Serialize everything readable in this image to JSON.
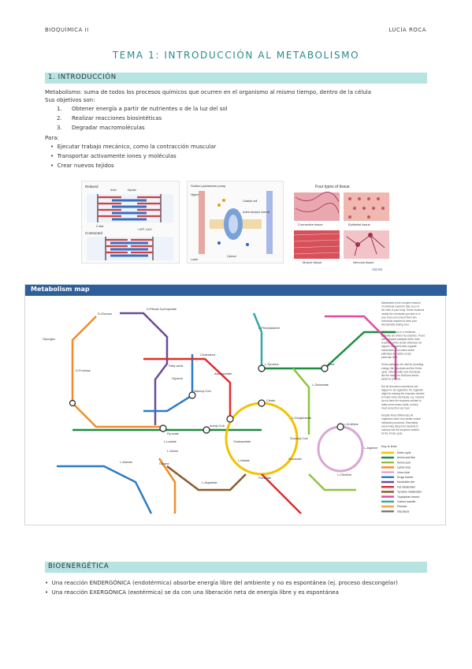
{
  "header": {
    "subject": "BIOQUÍMICA II",
    "author": "LUCÍA ROCA"
  },
  "title": "TEMA 1: INTRODUCCIÓN AL METABOLISMO",
  "section1": {
    "heading": "1. INTRODUCCIÓN",
    "intro": "Metabolismo: suma de todos los procesos químicos que ocurren en el organismo al mismo tiempo, dentro de la célula",
    "objectives_label": "Sus objetivos son:",
    "objectives": [
      {
        "n": "1.",
        "text": "Obtener energía a partir de nutrientes o de la luz del sol"
      },
      {
        "n": "2.",
        "text": "Realizar reacciones biosintéticas"
      },
      {
        "n": "3.",
        "text": "Degradar macromoléculas"
      }
    ],
    "para_label": "Para:",
    "purposes": [
      "Ejecutar trabajo mecánico, como la contracción muscular",
      "Transportar activamente iones y moléculas",
      "Crear nuevos tejidos"
    ]
  },
  "figures": {
    "muscle": {
      "relaxed": "Relaxed",
      "contracted": "Contracted",
      "actin": "Actin",
      "myosin": "Myosin",
      "zdisk": "Z disk",
      "atp": "+ ATP, Ca2+"
    },
    "pump": {
      "title": "Sodium-potassium pump",
      "higher": "Higher",
      "lower": "Lower",
      "outside": "Outside cell",
      "cytosol": "Cytosol",
      "active": "Active transport channel"
    },
    "tissues": {
      "title": "Four types of tissue",
      "connective": "Connective tissue",
      "epithelial": "Epithelial tissue",
      "muscle": "Muscle tissue",
      "nervous": "Nervous tissue",
      "brand": "ADAM."
    }
  },
  "metabolism_map": {
    "title": "Metabolism map",
    "nodes": [
      "D-Glucose",
      "Pyruvate",
      "Acetyl-CoA",
      "Citrate",
      "Oxaloacetate",
      "L-Malate",
      "Fumarate",
      "Succinate",
      "Succinyl-CoA",
      "2-Oxoglutarate",
      "L-Glutamate",
      "Urea",
      "L-Ornithine",
      "L-Arginine",
      "L-Citrulline",
      "Glycerol",
      "Fatty acids",
      "L-Lactate",
      "Malonyl-CoA",
      "L-Serine",
      "Glycine",
      "L-Alanine",
      "L-Aspartate",
      "L-Tyrosine",
      "L-Phenylalanine",
      "Cholesterol",
      "Acetoacetate",
      "Glycogen",
      "D-Fructose",
      "D-Ribose 5-phosphate"
    ],
    "legend_title": "Key to lines",
    "legend": [
      {
        "label": "Krebs cycle",
        "color": "#f2c200"
      },
      {
        "label": "Amino acid line",
        "color": "#1b8e3e"
      },
      {
        "label": "Amino acid",
        "color": "#8fc43e"
      },
      {
        "label": "Lysine loop",
        "color": "#f28c28"
      },
      {
        "label": "Urea circle",
        "color": "#d9a6d4"
      },
      {
        "label": "Drugs branch",
        "color": "#2b7bc4"
      },
      {
        "label": "Nucleotide line",
        "color": "#6a4a9c"
      },
      {
        "label": "Fat metabolism",
        "color": "#e22b2b"
      },
      {
        "label": "Tyrosine metabolism",
        "color": "#8a5a2b"
      },
      {
        "label": "Tryptophan branch",
        "color": "#e04aa0"
      },
      {
        "label": "Carbon transfer",
        "color": "#30a8a8"
      },
      {
        "label": "Pentose",
        "color": "#f5a43a"
      },
      {
        "label": "Glycolysis",
        "color": "#7a7a7a"
      }
    ],
    "description": [
      "Metabolism is the complex network",
      "of chemical reactions that occur in",
      "the cells of your body. These reactions",
      "modify the chemicals you take in in",
      "your food and convert them into",
      "chemicals required to keep your",
      "biochemistry ticking over.",
      "",
      "All the reactions in a metabolic",
      "pathway are driven by enzymes. These",
      "are biological catalysts which drive",
      "reactions which would otherwise not",
      "happen. Enzymes also regulate",
      "metabolism and control which",
      "pathways are active at any",
      "particular time.",
      "",
      "Some pathways are vital for providing",
      "energy, like glycolysis and the Krebs",
      "cycle. Others make new chemicals,",
      "like the bases for DNA and amino",
      "acids for proteins.",
      "",
      "Not all chemical conversions can",
      "happen in all organisms. An organism",
      "might be missing the enzymes needed",
      "to make some chemicals, e.g. humans",
      "do not have the enzymes needed to",
      "make some amino acids, so they",
      "must come from our food.",
      "",
      "Despite these differences all",
      "organisms have very similar central",
      "metabolic processes. Essentially,",
      "every living thing from bacteria to",
      "humans has the enzymes needed",
      "for the Krebs cycle."
    ]
  },
  "section2": {
    "heading": "BIOENERGÉTICA",
    "bullets": [
      "Una reacción ENDERGÓNICA (endotérmica) absorbe energía libre del ambiente y no es espontánea (ej. proceso descongelar)",
      "Una reacción EXERGÓNICA (exotérmica) se da con una liberación neta de energía libre y es espontánea"
    ]
  }
}
